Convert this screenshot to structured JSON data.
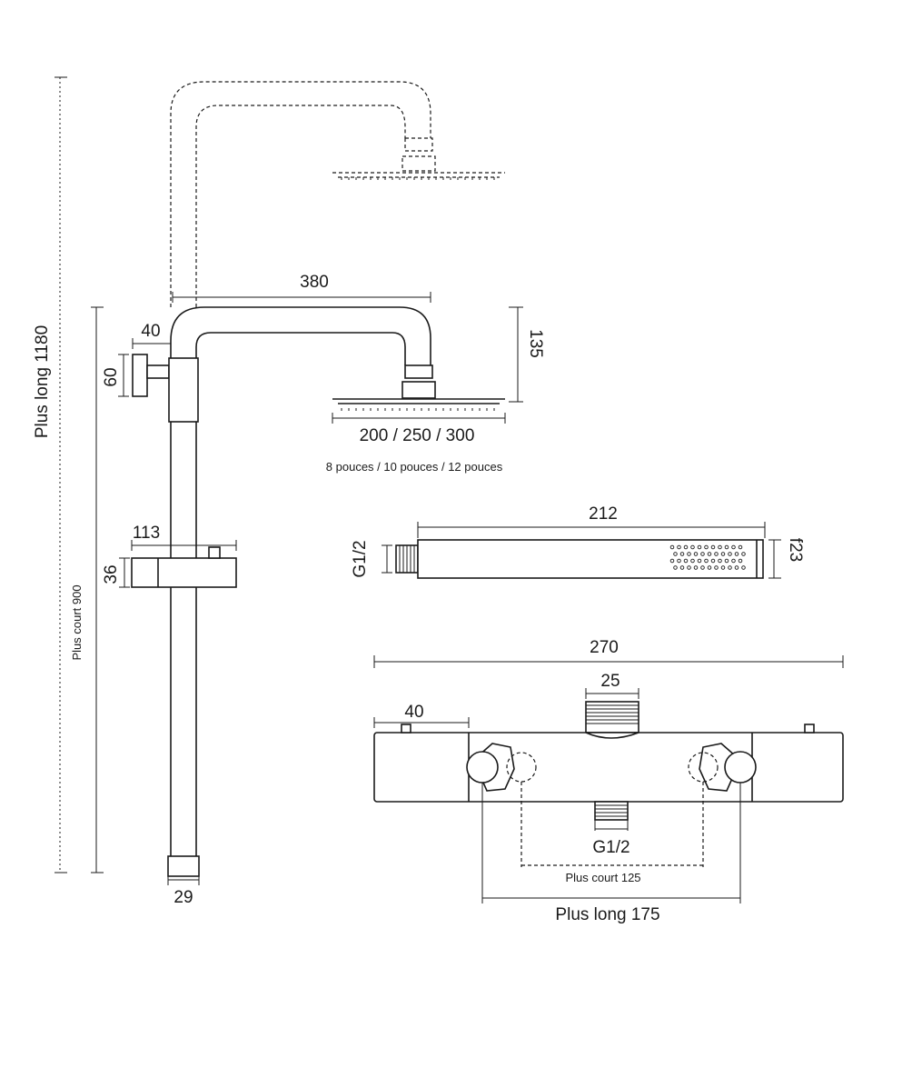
{
  "colors": {
    "line": "#1a1a1a",
    "background": "#ffffff"
  },
  "labels": {
    "total_height": "Plus long 1180",
    "bar_height": "Plus court 900",
    "arm_length": "380",
    "wall_offset": "40",
    "bracket_height": "60",
    "head_drop": "135",
    "head_diameter": "200 / 250 / 300",
    "head_inches": "8 pouces / 10 pouces / 12 pouces",
    "slider_width": "113",
    "slider_height": "36",
    "pipe_diameter": "29",
    "hand_length": "212",
    "hand_thread": "G1/2",
    "hand_diameter": "f23",
    "mixer_width": "270",
    "mixer_outlet": "25",
    "mixer_side": "40",
    "mixer_thread": "G1/2",
    "mixer_short": "Plus court 125",
    "mixer_long": "Plus long 175"
  }
}
